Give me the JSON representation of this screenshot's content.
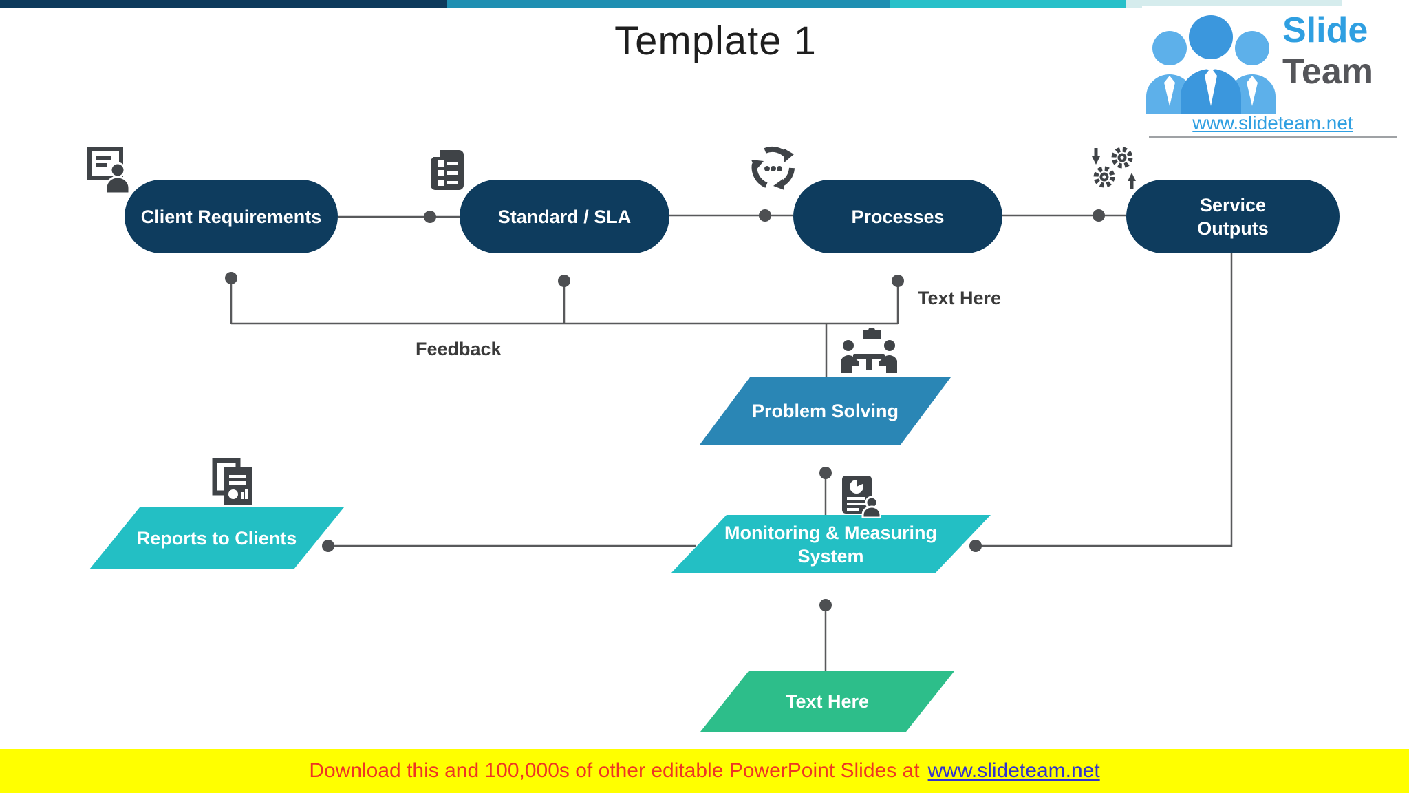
{
  "slide": {
    "title": "Template 1"
  },
  "logo": {
    "brand_top": "Slide",
    "brand_bottom": "Team",
    "url": "www.slideteam.net",
    "people_icon": "three-people-team-icon",
    "brand_blue": "#2f9fe1",
    "brand_gray": "#55565a"
  },
  "top_bar": {
    "segments": [
      {
        "color": "#0d3a5c"
      },
      {
        "color": "#1f8fb2"
      },
      {
        "color": "#27c0c9"
      },
      {
        "color": "#d5eced"
      },
      {
        "color": "#ffffff"
      }
    ]
  },
  "diagram": {
    "pills": [
      {
        "label": "Client Requirements",
        "icon": "client-presentation-icon",
        "color": "#0e3c5e"
      },
      {
        "label": "Standard / SLA",
        "icon": "checklist-document-icon",
        "color": "#0e3c5e"
      },
      {
        "label": "Processes",
        "icon": "process-cycle-icon",
        "color": "#0e3c5e"
      },
      {
        "label": "Service Outputs",
        "icon": "gears-arrows-icon",
        "color": "#0e3c5e"
      }
    ],
    "parallelograms": [
      {
        "label": "Problem Solving",
        "icon": "meeting-discussion-icon",
        "color": "#2a86b5"
      },
      {
        "label": "Monitoring & Measuring System",
        "icon": "report-analysis-icon",
        "color": "#23bfc4"
      },
      {
        "label": "Reports to Clients",
        "icon": "documents-report-icon",
        "color": "#23bfc4"
      },
      {
        "label": "Text Here",
        "color": "#2dbe8a"
      }
    ],
    "annotations": {
      "feedback": "Feedback",
      "text_here": "Text Here"
    },
    "connector_color": "#58595b",
    "dot_color": "#4d4f52",
    "icon_color": "#3f4347"
  },
  "footer": {
    "text": "Download this and 100,000s of other editable PowerPoint Slides at",
    "link": "www.slideteam.net",
    "bar_color": "#ffff00",
    "text_color": "#ee3524",
    "link_color": "#3333cc"
  }
}
